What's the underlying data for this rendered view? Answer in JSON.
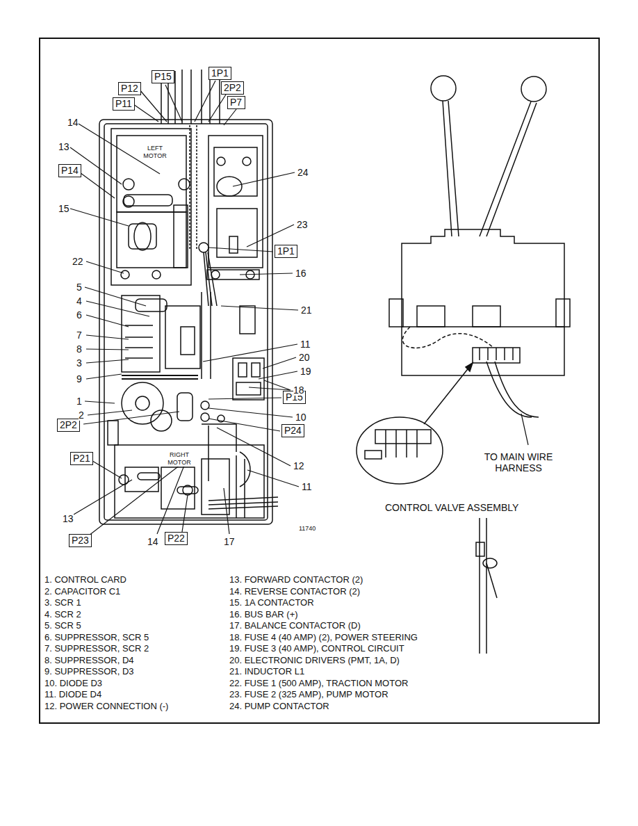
{
  "diagram": {
    "nodes": [
      {
        "text": [
          "P12"
        ]
      },
      {
        "text": [
          "P15"
        ]
      },
      {
        "text": [
          "1P1"
        ]
      },
      {
        "text": [
          "2P2"
        ]
      },
      {
        "text": [
          "P11"
        ]
      },
      {
        "text": [
          "P7"
        ]
      },
      {
        "text": [
          "P14"
        ]
      },
      {
        "text": [
          "1P1"
        ]
      },
      {
        "text": [
          "P15"
        ]
      },
      {
        "text": [
          "2P2"
        ]
      },
      {
        "text": [
          "P24"
        ]
      },
      {
        "text": [
          "P21"
        ]
      },
      {
        "text": [
          "P23"
        ]
      },
      {
        "text": [
          "P22"
        ]
      }
    ],
    "labels": [
      "14",
      "13",
      "15",
      "22",
      "5",
      "4",
      "6",
      "7",
      "8",
      "3",
      "9",
      "1",
      "2",
      "24",
      "23",
      "16",
      "21",
      "11",
      "20",
      "19",
      "18",
      "10",
      "12",
      "11",
      "13",
      "14",
      "17",
      "LEFT MOTOR",
      "RIGHT MOTOR",
      "11740",
      "TO MAIN WIRE HARNESS",
      "CONTROL VALVE ASSEMBLY",
      "1. CONTROL CARD",
      "2. CAPACITOR C1",
      "3. SCR 1",
      "4. SCR 2",
      "5. SCR 5",
      "6. SUPPRESSOR, SCR 5",
      "7. SUPPRESSOR, SCR 2",
      "8. SUPPRESSOR, D4",
      "9. SUPPRESSOR, D3",
      "10. DIODE D3",
      "11. DIODE D4",
      "12. POWER CONNECTION (-)",
      "13. FORWARD CONTACTOR (2)",
      "14. REVERSE CONTACTOR (2)",
      "15. 1A CONTACTOR",
      "16. BUS BAR (+)",
      "17. BALANCE CONTACTOR (D)",
      "18. FUSE 4 (40 AMP) (2), POWER STEERING",
      "19. FUSE 3 (40 AMP), CONTROL CIRCUIT",
      "20. ELECTRONIC DRIVERS (PMT, 1A, D)",
      "21. INDUCTOR L1",
      "22. FUSE 1 (500 AMP), TRACTION MOTOR",
      "23. FUSE 2 (325 AMP), PUMP MOTOR",
      "24. PUMP CONTACTOR"
    ]
  }
}
